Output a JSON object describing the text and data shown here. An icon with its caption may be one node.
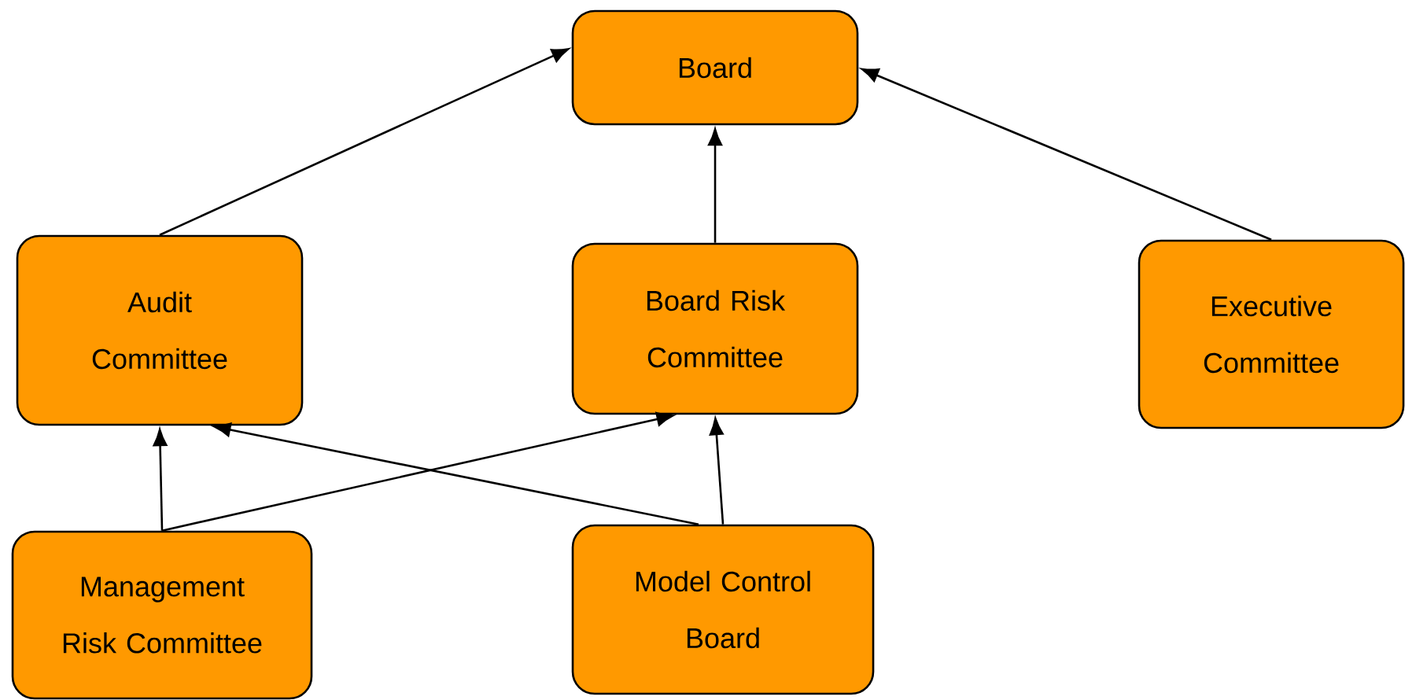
{
  "diagram": {
    "nodes": [
      {
        "text": [
          "Board"
        ]
      },
      {
        "text": [
          "Audit Committee"
        ]
      },
      {
        "text": [
          "Board Risk Committee"
        ]
      },
      {
        "text": [
          "Executive Committee"
        ]
      },
      {
        "text": [
          "Management Risk Committee"
        ]
      },
      {
        "text": [
          "Model Control Board"
        ]
      }
    ],
    "edges": [
      {
        "from": 1,
        "to": 0,
        "arrow": "to"
      },
      {
        "from": 2,
        "to": 0,
        "arrow": "to"
      },
      {
        "from": 3,
        "to": 0,
        "arrow": "to"
      },
      {
        "from": 4,
        "to": 1,
        "arrow": "to"
      },
      {
        "from": 4,
        "to": 2,
        "arrow": "to"
      },
      {
        "from": 5,
        "to": 1,
        "arrow": "to"
      },
      {
        "from": 5,
        "to": 2,
        "arrow": "to"
      }
    ]
  }
}
